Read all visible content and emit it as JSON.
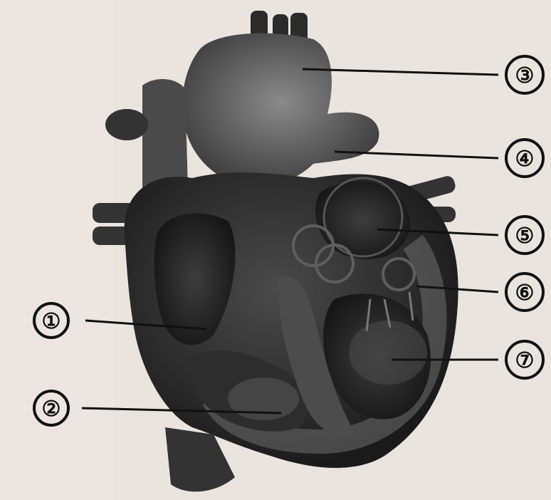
{
  "diagram": {
    "subject": "heart-cross-section",
    "labels": [
      {
        "id": "label-1",
        "text": "①"
      },
      {
        "id": "label-2",
        "text": "②"
      },
      {
        "id": "label-3",
        "text": "③"
      },
      {
        "id": "label-4",
        "text": "④"
      },
      {
        "id": "label-5",
        "text": "⑤"
      },
      {
        "id": "label-6",
        "text": "⑥"
      },
      {
        "id": "label-7",
        "text": "⑦"
      }
    ],
    "colors": {
      "paper": "#e9e4de",
      "tissue_dark": "#1b1b1b",
      "tissue_mid": "#3a3a3a",
      "tissue_light": "#6a6a6a",
      "wall_gray": "#555555",
      "leader_line": "#111111"
    }
  }
}
